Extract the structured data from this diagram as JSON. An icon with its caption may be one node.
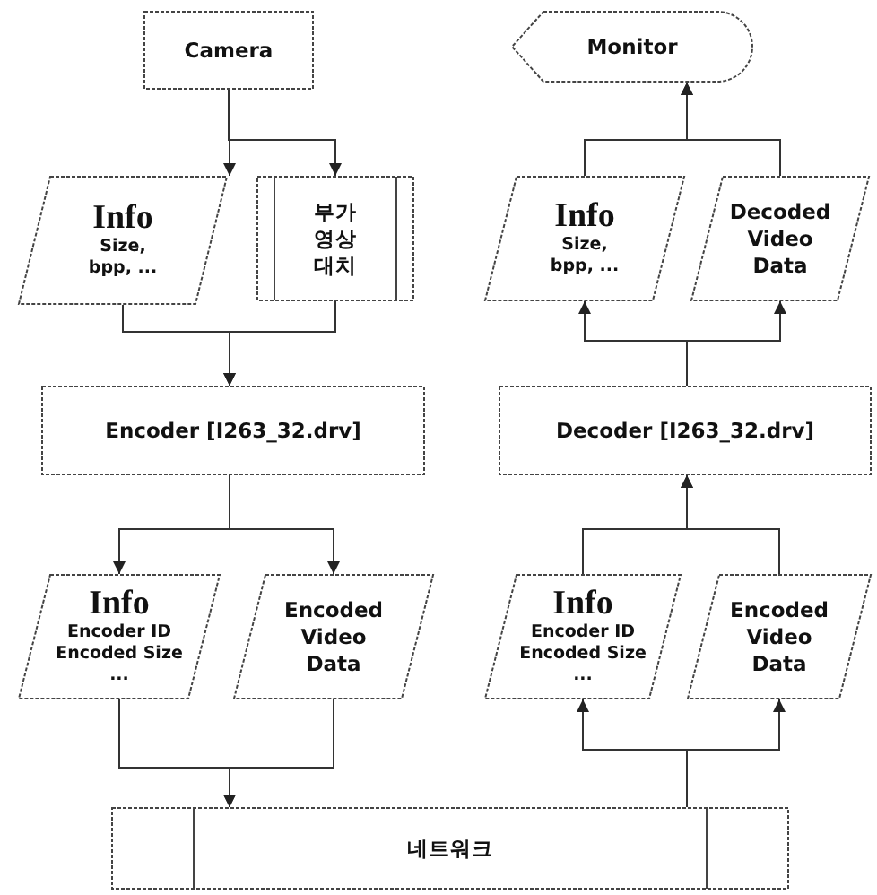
{
  "diagram": {
    "nodes": [
      {
        "text": [
          "Camera"
        ]
      },
      {
        "text": [
          "Monitor"
        ]
      },
      {
        "text": [
          "Info",
          "Size, bpp, ..."
        ]
      },
      {
        "text": [
          "부가 영상 대치"
        ]
      },
      {
        "text": [
          "Info",
          "Size, bpp, ..."
        ]
      },
      {
        "text": [
          "Decoded Video Data"
        ]
      },
      {
        "text": [
          "Encoder [I263_32.drv]"
        ]
      },
      {
        "text": [
          "Decoder [I263_32.drv]"
        ]
      },
      {
        "text": [
          "Info",
          "Encoder ID Encoded Size ..."
        ]
      },
      {
        "text": [
          "Encoded Video Data"
        ]
      },
      {
        "text": [
          "Info",
          "Encoder ID Encoded Size ..."
        ]
      },
      {
        "text": [
          "Encoded Video Data"
        ]
      },
      {
        "text": [
          "네트워크"
        ]
      }
    ],
    "edges": [
      {
        "from": 0,
        "to": 2,
        "arrow": "to"
      },
      {
        "from": 0,
        "to": 3,
        "arrow": "to"
      },
      {
        "from": 2,
        "to": 6,
        "arrow": "to"
      },
      {
        "from": 3,
        "to": 6,
        "arrow": "to"
      },
      {
        "from": 6,
        "to": 8,
        "arrow": "to"
      },
      {
        "from": 6,
        "to": 9,
        "arrow": "to"
      },
      {
        "from": 8,
        "to": 12,
        "arrow": "to"
      },
      {
        "from": 9,
        "to": 12,
        "arrow": "to"
      },
      {
        "from": 12,
        "to": 10,
        "arrow": "to"
      },
      {
        "from": 12,
        "to": 11,
        "arrow": "to"
      },
      {
        "from": 10,
        "to": 7,
        "arrow": "to"
      },
      {
        "from": 11,
        "to": 7,
        "arrow": "to"
      },
      {
        "from": 7,
        "to": 4,
        "arrow": "to"
      },
      {
        "from": 7,
        "to": 5,
        "arrow": "to"
      },
      {
        "from": 4,
        "to": 1,
        "arrow": "to"
      },
      {
        "from": 5,
        "to": 1,
        "arrow": "to"
      }
    ]
  }
}
